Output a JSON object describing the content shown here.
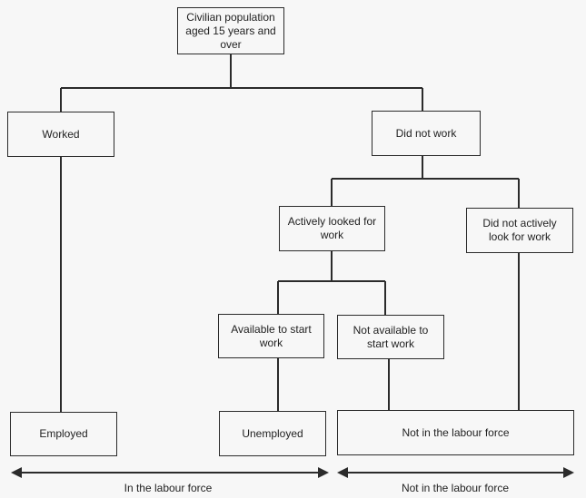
{
  "nodes": {
    "root": "Civilian population aged 15 years and over",
    "worked": "Worked",
    "did_not_work": "Did not work",
    "actively_looked": "Actively looked for work",
    "not_actively_looked": "Did not actively look for work",
    "available": "Available to start work",
    "not_available": "Not available to start work",
    "employed": "Employed",
    "unemployed": "Unemployed",
    "not_in_labour_force": "Not in the labour force"
  },
  "ranges": {
    "in_labour_force": "In the labour force",
    "not_in_labour_force": "Not in the labour force"
  },
  "colors": {
    "line": "#2b2b2b",
    "background": "#f7f7f7"
  }
}
